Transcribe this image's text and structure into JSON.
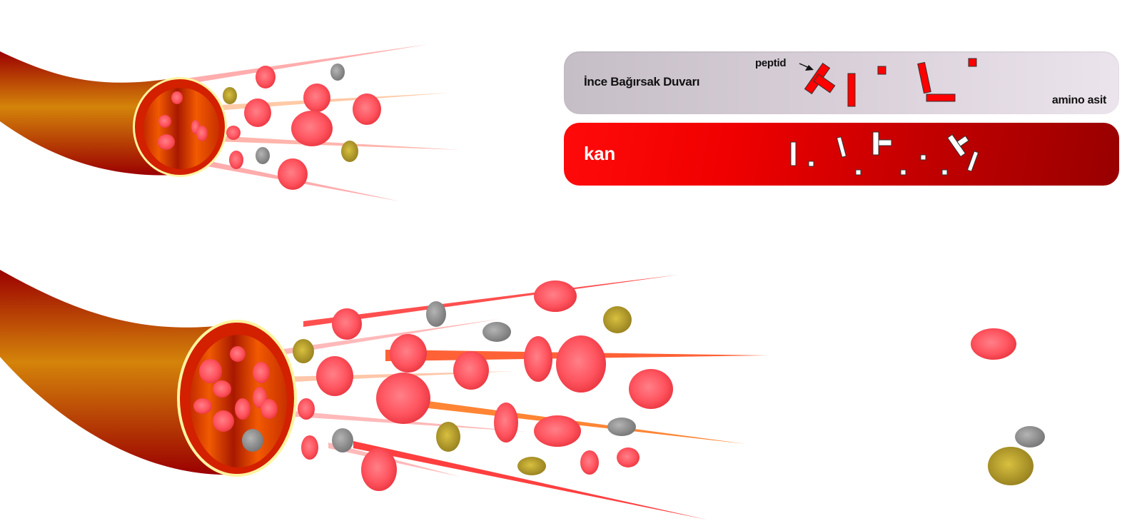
{
  "diagram": {
    "wall_panel": {
      "label": "İnce Bağırsak Duvarı",
      "peptide_label": "peptid",
      "amino_acid_label": "amino asit",
      "fragment_color": "#ff0000",
      "background_color": "#d4ccd4"
    },
    "blood_panel": {
      "label": "kan",
      "fragment_color": "#ffffff",
      "background_color": "#e00000"
    },
    "colors": {
      "vessel_dark": "#9b0000",
      "vessel_light": "#d4840a",
      "vessel_rim": "#fff3a0",
      "red_cell": "#ff5560",
      "white_cell": "#8c8c8c",
      "platelet": "#b8a02a"
    }
  }
}
